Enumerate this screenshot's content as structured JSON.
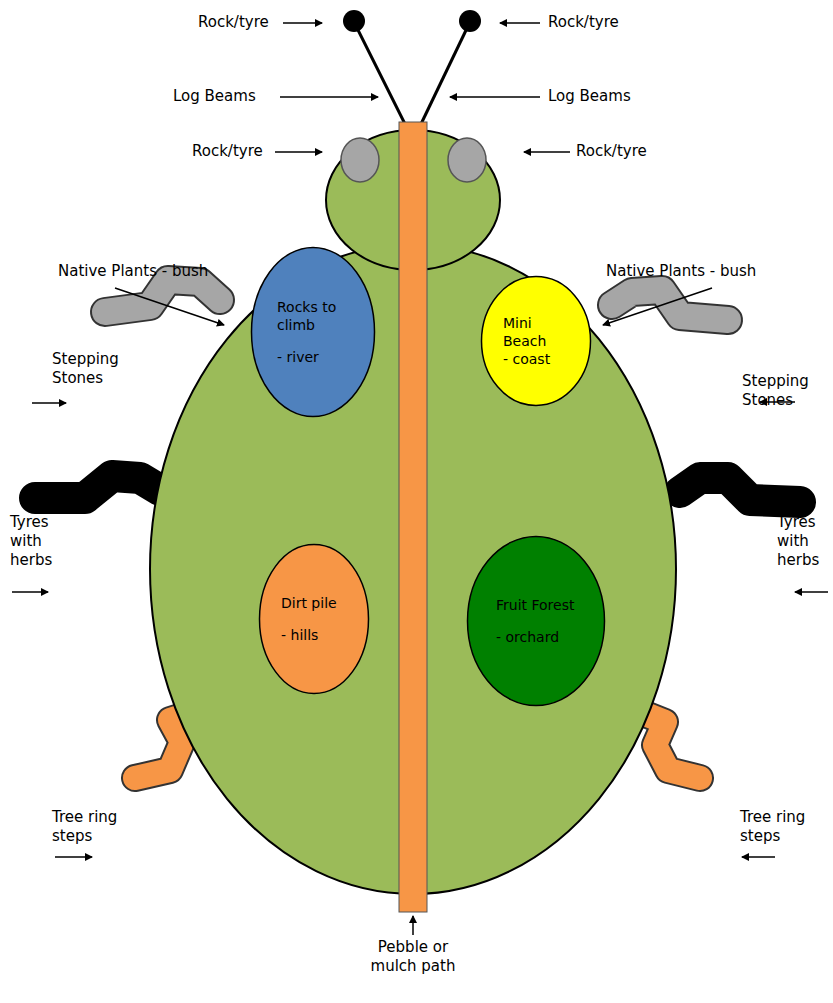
{
  "diagram": {
    "nodes": [
      {
        "text": [
          "Rocks to climb",
          "- river"
        ]
      },
      {
        "text": [
          "Mini Beach",
          "- coast"
        ]
      },
      {
        "text": [
          "Dirt pile",
          "- hills"
        ]
      },
      {
        "text": [
          "Fruit Forest",
          "- orchard"
        ]
      }
    ],
    "labels": [
      "Rock/tyre",
      "Rock/tyre",
      "Log Beams",
      "Log Beams",
      "Rock/tyre",
      "Rock/tyre",
      "Native Plants - bush",
      "Native Plants - bush",
      "Stepping Stones",
      "Stepping Stones",
      "Tyres with herbs",
      "Tyres with herbs",
      "Tree ring steps",
      "Tree ring steps",
      "Pebble or mulch path"
    ]
  }
}
